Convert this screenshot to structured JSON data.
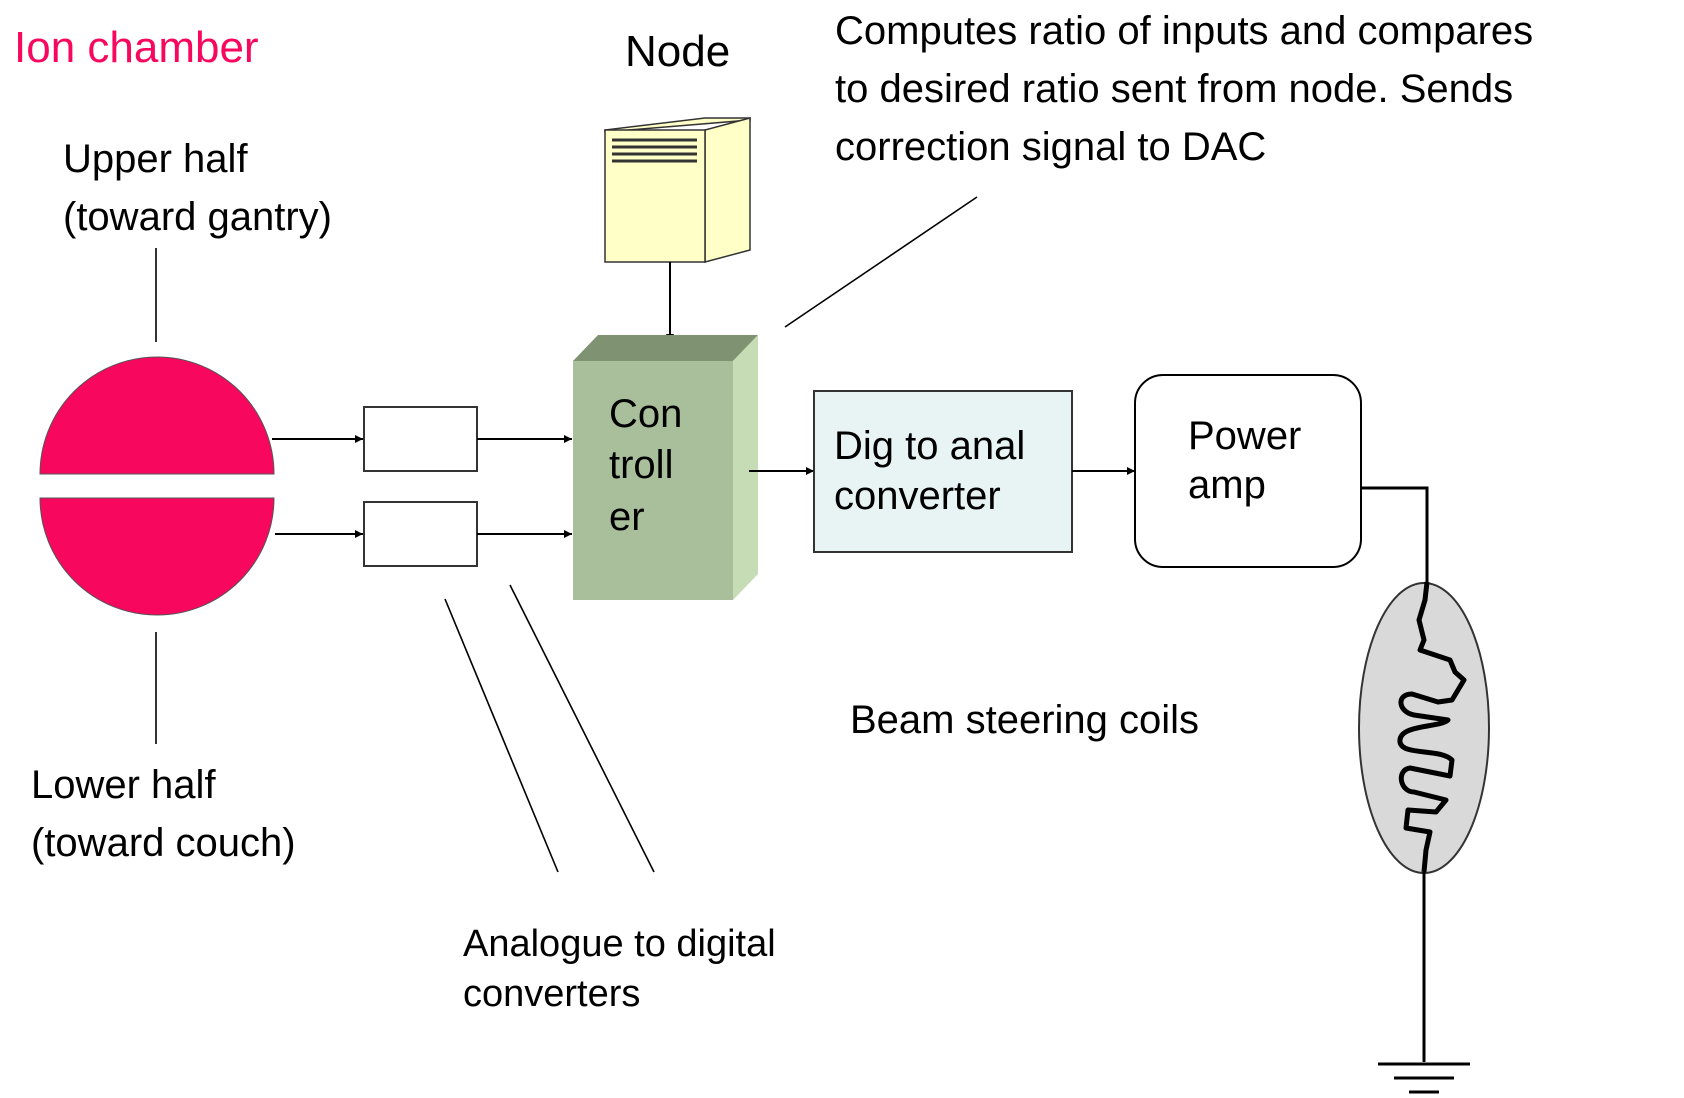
{
  "colors": {
    "ion_chamber": "#f8075f",
    "controller_front": "#a9bf9b",
    "controller_side": "#c5dcb4",
    "controller_top": "#7f9271",
    "dac_fill": "#e8f3f3",
    "node_fill": "#ffffc8",
    "coil_fill": "#d9d9d9"
  },
  "icons": {
    "node": "server-tower-icon",
    "ground": "ground-symbol-icon",
    "coil": "steering-coil-icon"
  },
  "ion_chamber": {
    "title": "Ion chamber",
    "upper_line1": "Upper half",
    "upper_line2": "(toward gantry)",
    "lower_line1": "Lower half",
    "lower_line2": "(toward couch)"
  },
  "node": {
    "label": "Node"
  },
  "controller": {
    "line1": "Con",
    "line2": "troll",
    "line3": "er"
  },
  "controller_note": {
    "line1": "Computes ratio of inputs and compares",
    "line2": "to desired ratio sent from node.  Sends",
    "line3": "correction signal to DAC"
  },
  "dac": {
    "line1": "Dig to anal",
    "line2": "converter"
  },
  "power_amp": {
    "line1": "Power",
    "line2": "amp"
  },
  "coils": {
    "label": "Beam steering coils"
  },
  "adc": {
    "line1": "Analogue to digital",
    "line2": "converters"
  }
}
